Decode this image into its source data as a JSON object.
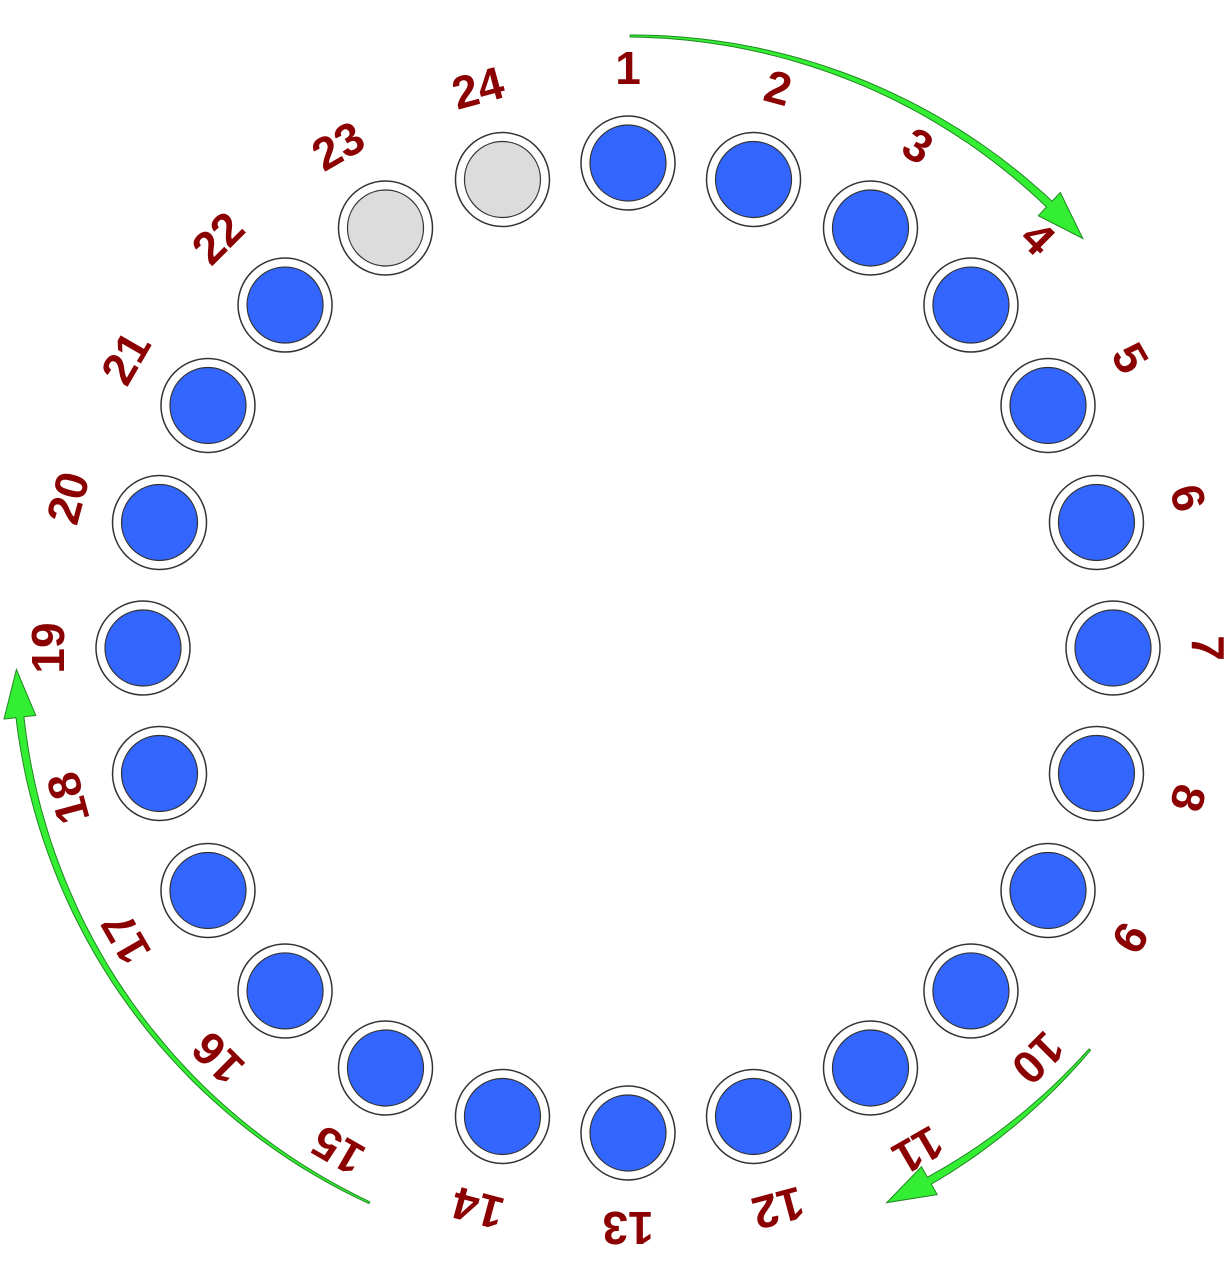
{
  "diagram": {
    "colors": {
      "filled": "#3366ff",
      "empty": "#dcdcdc",
      "ring_stroke": "#333333",
      "label": "#8b0000",
      "arrow_fill": "#33ee33",
      "arrow_stroke": "#228822"
    },
    "slots": [
      {
        "label": "1",
        "state": "filled"
      },
      {
        "label": "2",
        "state": "filled"
      },
      {
        "label": "3",
        "state": "filled"
      },
      {
        "label": "4",
        "state": "filled"
      },
      {
        "label": "5",
        "state": "filled"
      },
      {
        "label": "6",
        "state": "filled"
      },
      {
        "label": "7",
        "state": "filled"
      },
      {
        "label": "8",
        "state": "filled"
      },
      {
        "label": "9",
        "state": "filled"
      },
      {
        "label": "10",
        "state": "filled"
      },
      {
        "label": "11",
        "state": "filled"
      },
      {
        "label": "12",
        "state": "filled"
      },
      {
        "label": "13",
        "state": "filled"
      },
      {
        "label": "14",
        "state": "filled"
      },
      {
        "label": "15",
        "state": "filled"
      },
      {
        "label": "16",
        "state": "filled"
      },
      {
        "label": "17",
        "state": "filled"
      },
      {
        "label": "18",
        "state": "filled"
      },
      {
        "label": "19",
        "state": "filled"
      },
      {
        "label": "20",
        "state": "filled"
      },
      {
        "label": "21",
        "state": "filled"
      },
      {
        "label": "22",
        "state": "filled"
      },
      {
        "label": "23",
        "state": "empty"
      },
      {
        "label": "24",
        "state": "empty"
      }
    ],
    "arrows": [
      {
        "name": "top-arrow",
        "direction": "clockwise"
      },
      {
        "name": "lower-right-arrow",
        "direction": "clockwise"
      },
      {
        "name": "left-arrow",
        "direction": "clockwise"
      }
    ]
  }
}
